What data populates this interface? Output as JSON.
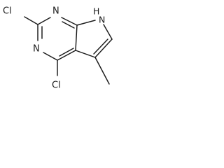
{
  "molecule": {
    "atoms": {
      "cl_top": "Cl",
      "n1": "N",
      "n3": "N",
      "nh": "H",
      "nh_n": "N",
      "cl_bottom": "Cl"
    }
  }
}
